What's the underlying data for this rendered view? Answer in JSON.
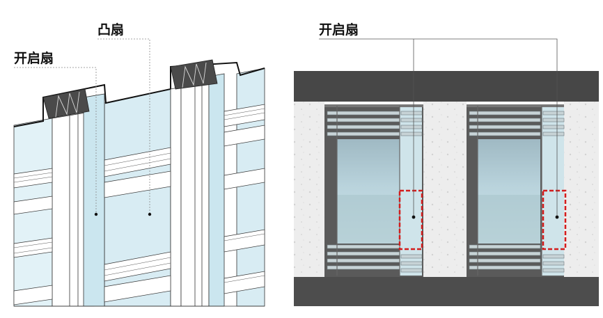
{
  "labels": {
    "left_operable": "开启扇",
    "left_convex": "凸扇",
    "right_operable": "开启扇"
  },
  "colors": {
    "glass": "#cde8f1",
    "glass_dark": "#9ec3cf",
    "frame": "#ffffff",
    "outline": "#333333",
    "cap_dark": "#4a4a4a",
    "highlight_box": "#d41c1c",
    "concrete": "#e9eaea",
    "slab": "#4d4d4d"
  }
}
